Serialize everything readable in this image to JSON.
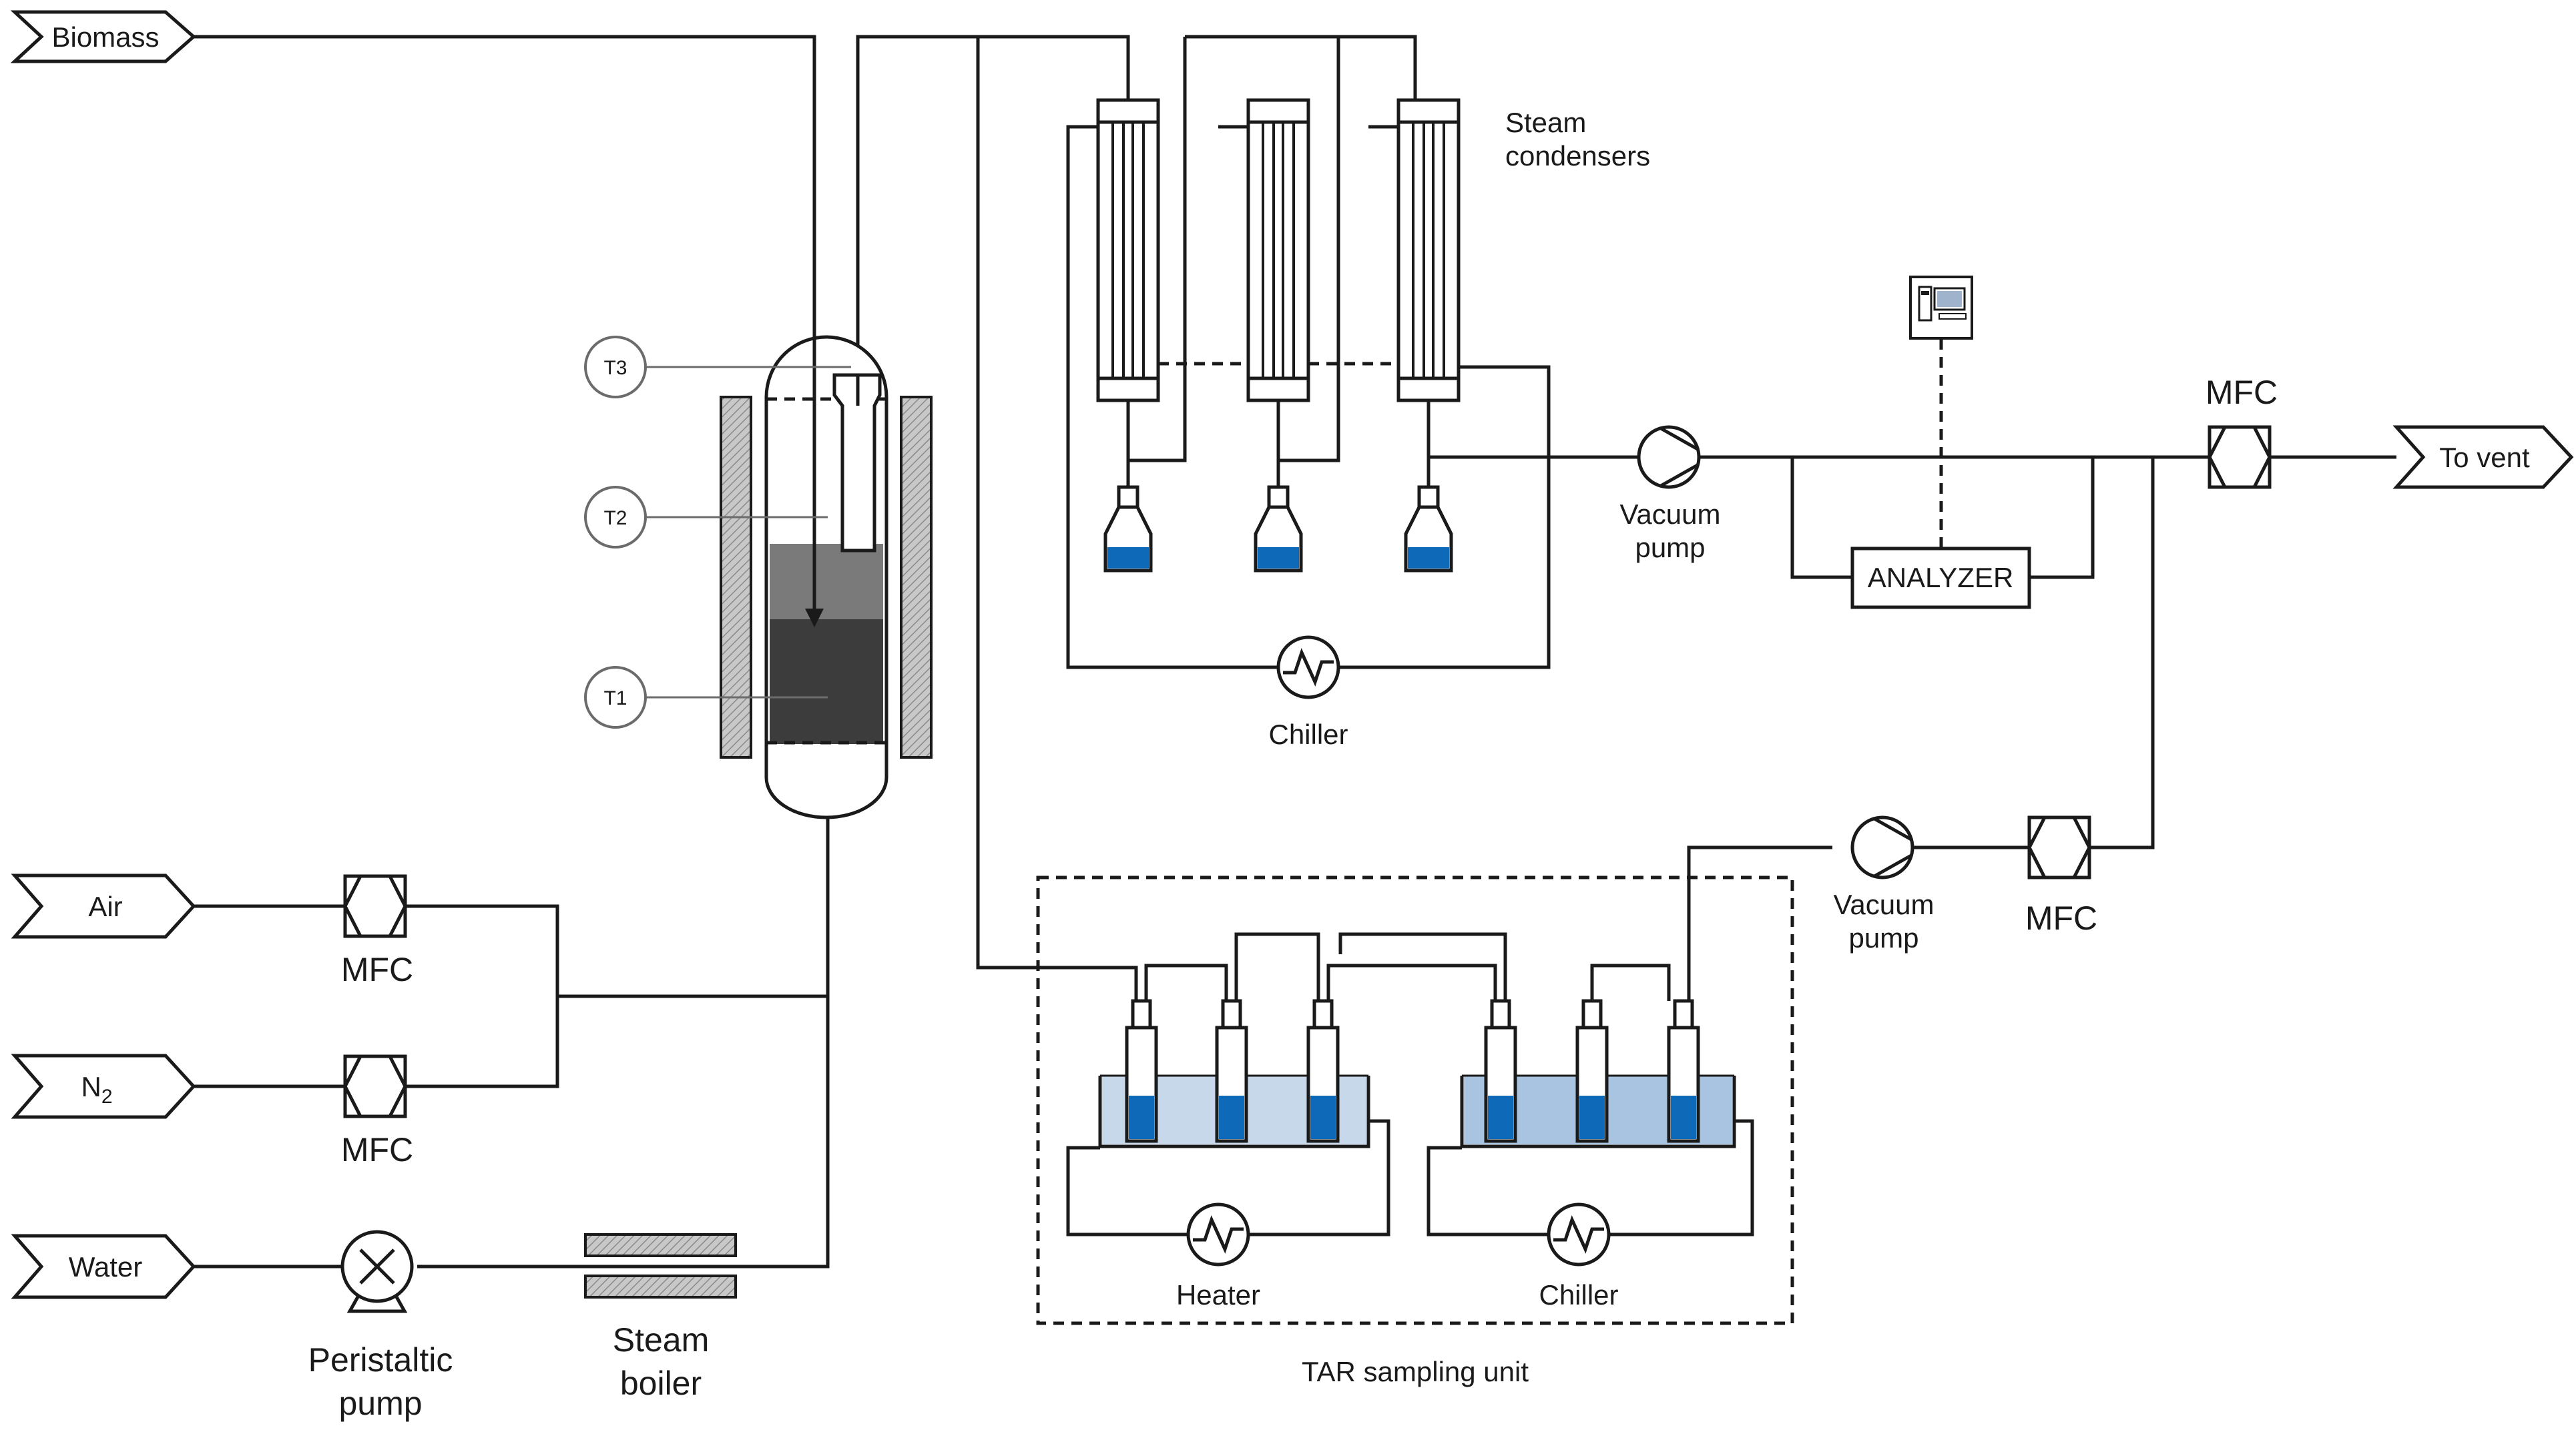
{
  "labels": {
    "biomass": "Biomass",
    "air": "Air",
    "n2_main": "N",
    "n2_sub": "2",
    "water": "Water",
    "mfc_air": "MFC",
    "mfc_n2": "MFC",
    "peristaltic_1": "Peristaltic",
    "peristaltic_2": "pump",
    "boiler_1": "Steam",
    "boiler_2": "boiler",
    "t1": "T1",
    "t2": "T2",
    "t3": "T3",
    "condensers_1": "Steam",
    "condensers_2": "condensers",
    "chiller_main": "Chiller",
    "vacuum_1_a": "Vacuum",
    "vacuum_1_b": "pump",
    "analyzer": "ANALYZER",
    "mfc_vent": "MFC",
    "to_vent": "To vent",
    "vacuum_2_a": "Vacuum",
    "vacuum_2_b": "pump",
    "mfc_tar": "MFC",
    "heater": "Heater",
    "chiller_tar": "Chiller",
    "tar_unit": "TAR sampling unit"
  },
  "icons": {
    "computer": "computer-icon"
  }
}
